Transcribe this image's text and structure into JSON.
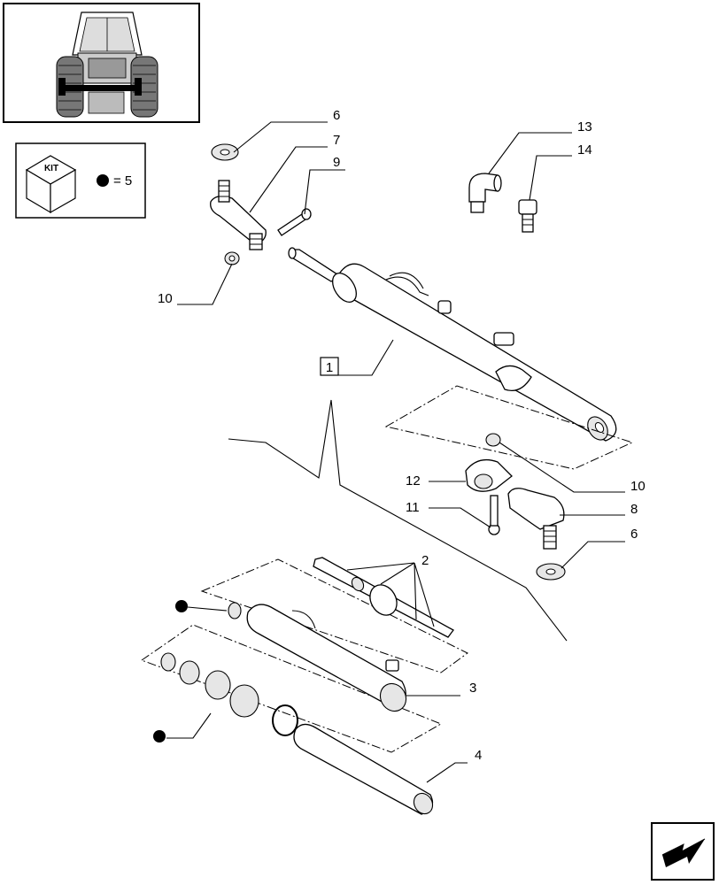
{
  "kit": {
    "label": "KIT",
    "legend": "= 5"
  },
  "callouts": {
    "c1": "1",
    "c2": "2",
    "c3": "3",
    "c4": "4",
    "c6a": "6",
    "c6b": "6",
    "c7": "7",
    "c8": "8",
    "c9": "9",
    "c10a": "10",
    "c10b": "10",
    "c11": "11",
    "c12": "12",
    "c13": "13",
    "c14": "14"
  },
  "icons": {
    "tractor": "tractor-front-view-icon",
    "kit": "kit-box-icon",
    "bullet": "kit-bullet-icon",
    "nav": "next-page-arrow-icon"
  }
}
